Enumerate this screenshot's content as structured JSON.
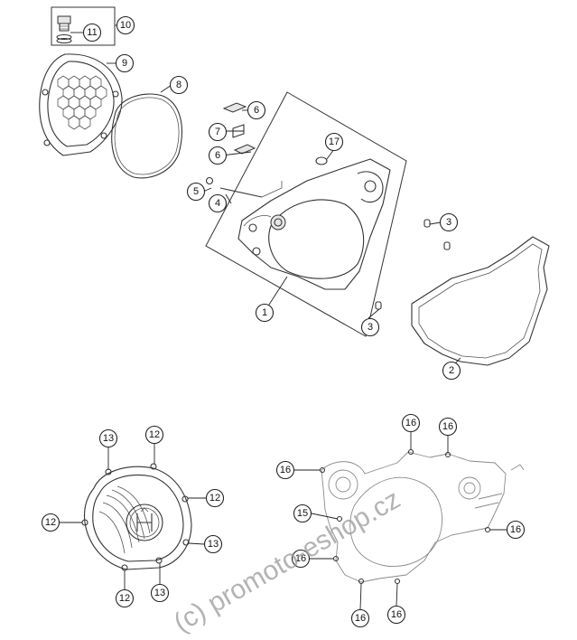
{
  "callouts_top": [
    {
      "id": "c10",
      "label": "10"
    },
    {
      "id": "c11",
      "label": "11"
    },
    {
      "id": "c9",
      "label": "9"
    },
    {
      "id": "c8",
      "label": "8"
    },
    {
      "id": "c6a",
      "label": "6"
    },
    {
      "id": "c7",
      "label": "7"
    },
    {
      "id": "c6b",
      "label": "6"
    },
    {
      "id": "c17",
      "label": "17"
    },
    {
      "id": "c5",
      "label": "5"
    },
    {
      "id": "c4",
      "label": "4"
    },
    {
      "id": "c3a",
      "label": "3"
    },
    {
      "id": "c3b",
      "label": "3"
    },
    {
      "id": "c1",
      "label": "1"
    },
    {
      "id": "c2",
      "label": "2"
    }
  ],
  "callouts_bottom": [
    {
      "id": "b13a",
      "label": "13"
    },
    {
      "id": "b12a",
      "label": "12"
    },
    {
      "id": "b12b",
      "label": "12"
    },
    {
      "id": "b12c",
      "label": "12"
    },
    {
      "id": "b13b",
      "label": "13"
    },
    {
      "id": "b12d",
      "label": "12"
    },
    {
      "id": "b13c",
      "label": "13"
    },
    {
      "id": "b16a",
      "label": "16"
    },
    {
      "id": "b16b",
      "label": "16"
    },
    {
      "id": "b16c",
      "label": "16"
    },
    {
      "id": "b15",
      "label": "15"
    },
    {
      "id": "b16d",
      "label": "16"
    },
    {
      "id": "b16e",
      "label": "16"
    },
    {
      "id": "b16f",
      "label": "16"
    },
    {
      "id": "b16g",
      "label": "16"
    }
  ],
  "watermark": "(c) promoto-eshop.cz"
}
